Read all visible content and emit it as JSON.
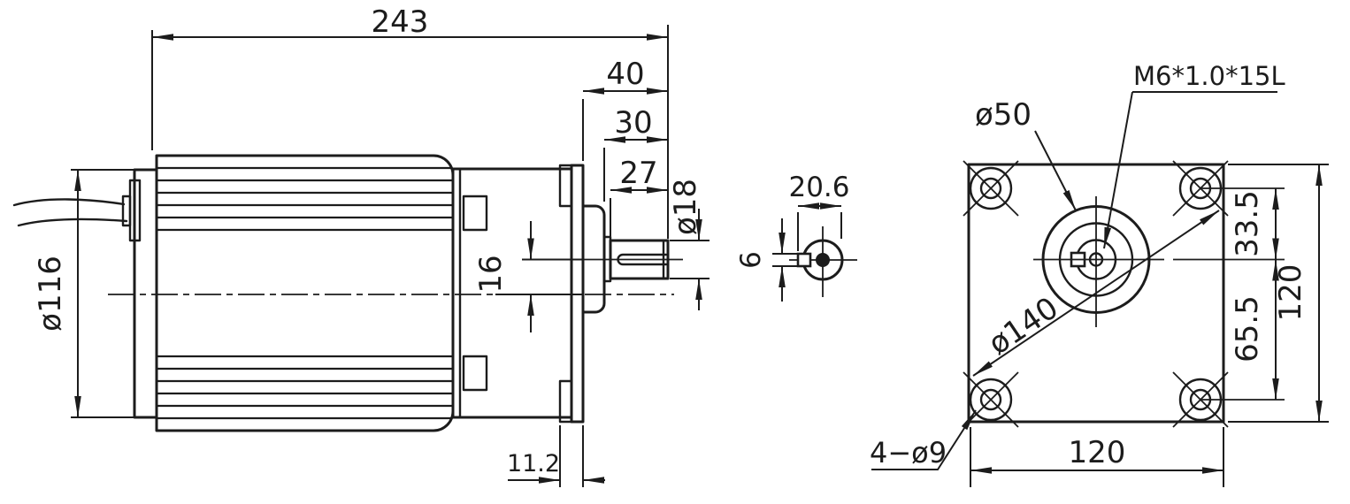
{
  "drawing": {
    "colors": {
      "line": "#1c1c1c",
      "background": "#ffffff"
    },
    "side_view": {
      "overall_length": "243",
      "flange_to_shaft_tip": "40",
      "boss_to_shaft_tip": "30",
      "shaft_length": "27",
      "shaft_diameter": "ø18",
      "shaft_offset_from_center": "16",
      "motor_diameter": "ø116",
      "flange_thickness": "11.2"
    },
    "shaft_section": {
      "width_across_key": "20.6",
      "key_width": "6"
    },
    "flange_view": {
      "pilot_boss_diameter": "ø50",
      "shaft_tapped_hole": "M6*1.0*15L",
      "center_to_upper_holes": "33.5",
      "center_to_lower_holes": "65.5",
      "flange_height": "120",
      "bolt_circle_diameter": "ø140",
      "mounting_holes": "4−ø9",
      "hole_spacing_width": "120"
    }
  }
}
